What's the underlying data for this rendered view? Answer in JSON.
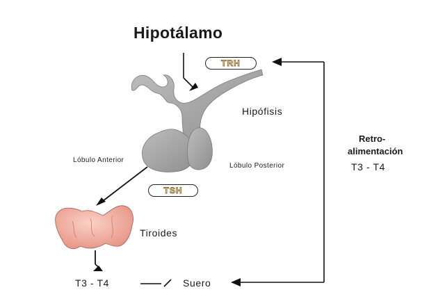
{
  "title": "Hipotálamo",
  "labels": {
    "hipofisis": "Hipófisis",
    "lobulo_anterior": "Lóbulo Anterior",
    "lobulo_posterior": "Lóbulo Posterior",
    "tiroides": "Tiroides",
    "t3_t4": "T3 - T4",
    "suero": "Suero"
  },
  "hormones": {
    "trh": "TRH",
    "tsh": "TSH"
  },
  "feedback": {
    "line1": "Retro-",
    "line2": "alimentación",
    "line3": "T3 - T4"
  },
  "colors": {
    "pituitary": "#a9a9a9",
    "thyroid": "#f2a898",
    "pill_text": "#f2e7c9",
    "arrow": "#111111"
  }
}
